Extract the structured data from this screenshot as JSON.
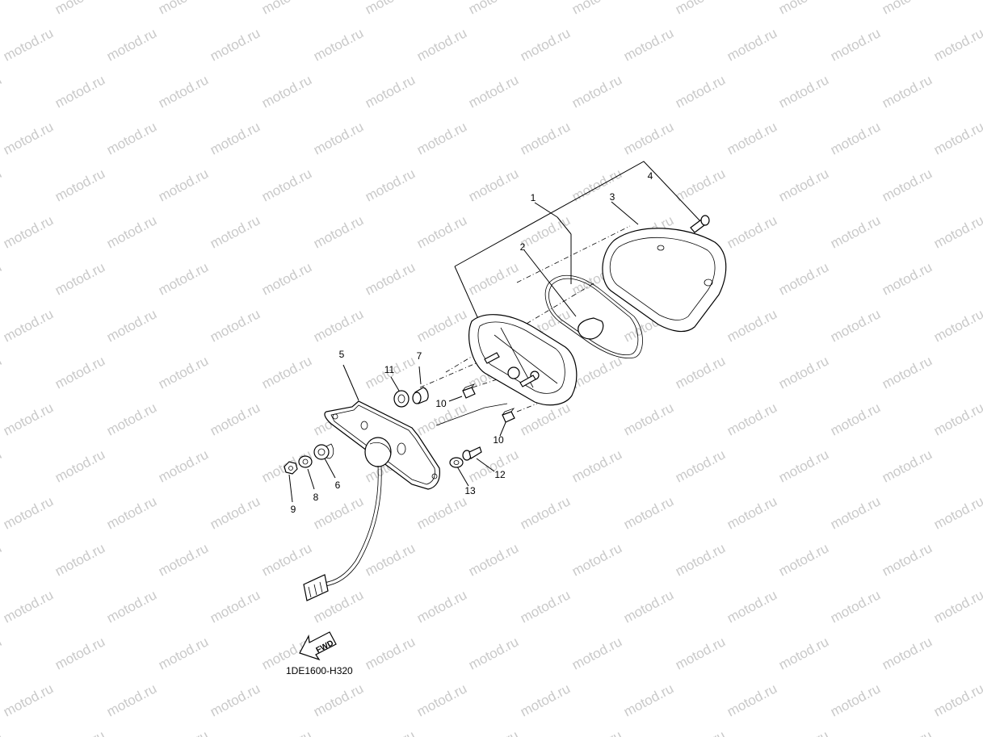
{
  "watermark": {
    "text": "motod.ru"
  },
  "callouts": {
    "p1": "1",
    "p2": "2",
    "p3": "3",
    "p4": "4",
    "p5": "5",
    "p6": "6",
    "p7": "7",
    "p8": "8",
    "p9": "9",
    "p10a": "10",
    "p10b": "10",
    "p11": "11",
    "p12": "12",
    "p13": "13"
  },
  "fwd_label": "FWD",
  "diagram_code": "1DE1600-H320"
}
